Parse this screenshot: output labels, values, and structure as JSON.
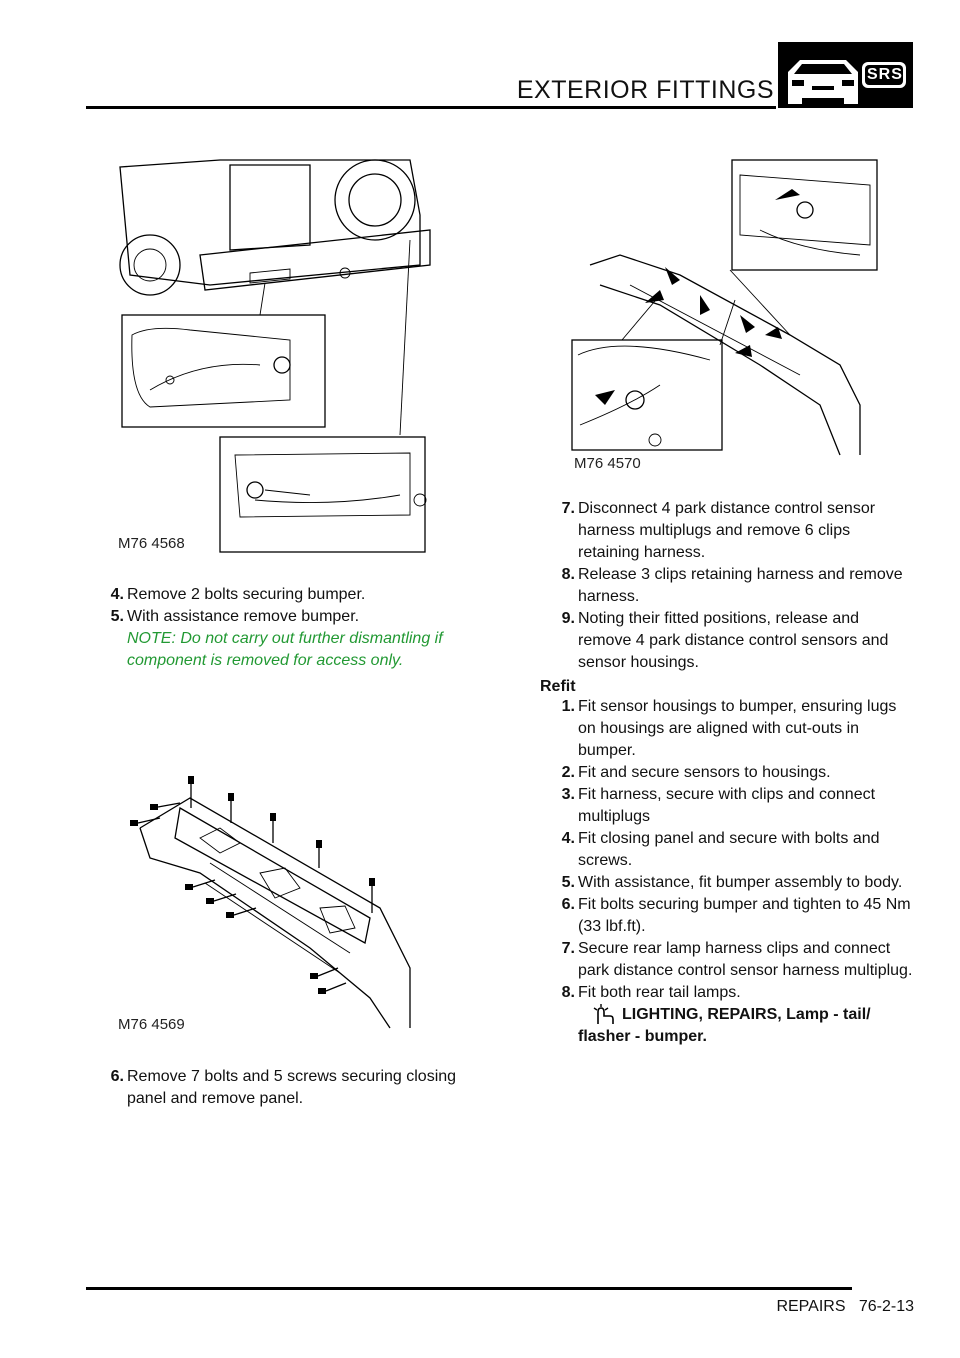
{
  "header": {
    "title": "EXTERIOR FITTINGS",
    "badge_text": "SRS"
  },
  "figures": {
    "fig1": {
      "label": "M76 4568"
    },
    "fig2": {
      "label": "M76 4569"
    },
    "fig3": {
      "label": "M76 4570"
    }
  },
  "left_column": {
    "steps": [
      {
        "num": "4.",
        "text": "Remove 2 bolts securing bumper."
      },
      {
        "num": "5.",
        "text": "With assistance remove bumper."
      }
    ],
    "note": [
      "NOTE: Do not carry out further dismantling if",
      "component is removed for access only."
    ],
    "step6": {
      "num": "6.",
      "lines": [
        "Remove 7 bolts and 5 screws securing closing",
        "panel and remove panel."
      ]
    }
  },
  "right_column": {
    "steps": [
      {
        "num": "7.",
        "lines": [
          "Disconnect 4 park distance control sensor",
          "harness multiplugs and remove 6 clips",
          "retaining harness."
        ]
      },
      {
        "num": "8.",
        "lines": [
          "Release 3 clips retaining harness and remove",
          "harness."
        ]
      },
      {
        "num": "9.",
        "lines": [
          "Noting their fitted positions, release and",
          "remove 4 park distance control sensors and",
          "sensor housings."
        ]
      }
    ],
    "refit_heading": "Refit",
    "refit_steps": [
      {
        "num": "1.",
        "lines": [
          "Fit sensor housings to bumper, ensuring lugs",
          "on housings are aligned with cut-outs in",
          "bumper."
        ]
      },
      {
        "num": "2.",
        "lines": [
          "Fit and secure sensors to housings."
        ]
      },
      {
        "num": "3.",
        "lines": [
          "Fit harness, secure with clips and connect",
          "multiplugs"
        ]
      },
      {
        "num": "4.",
        "lines": [
          "Fit closing panel and secure with bolts and",
          "screws."
        ]
      },
      {
        "num": "5.",
        "lines": [
          "With assistance, fit bumper assembly to body."
        ]
      },
      {
        "num": "6.",
        "lines": [
          "Fit bolts securing bumper and tighten to 45 Nm",
          "(33 lbf.ft)."
        ]
      },
      {
        "num": "7.",
        "lines": [
          "Secure rear lamp harness clips and connect",
          "park distance control sensor harness multiplug."
        ]
      },
      {
        "num": "8.",
        "lines": [
          "Fit both rear tail lamps."
        ]
      }
    ],
    "reference": {
      "line1": "LIGHTING, REPAIRS, Lamp - tail/",
      "line2": "flasher - bumper."
    }
  },
  "footer": {
    "text": "REPAIRS   76-2-13"
  }
}
